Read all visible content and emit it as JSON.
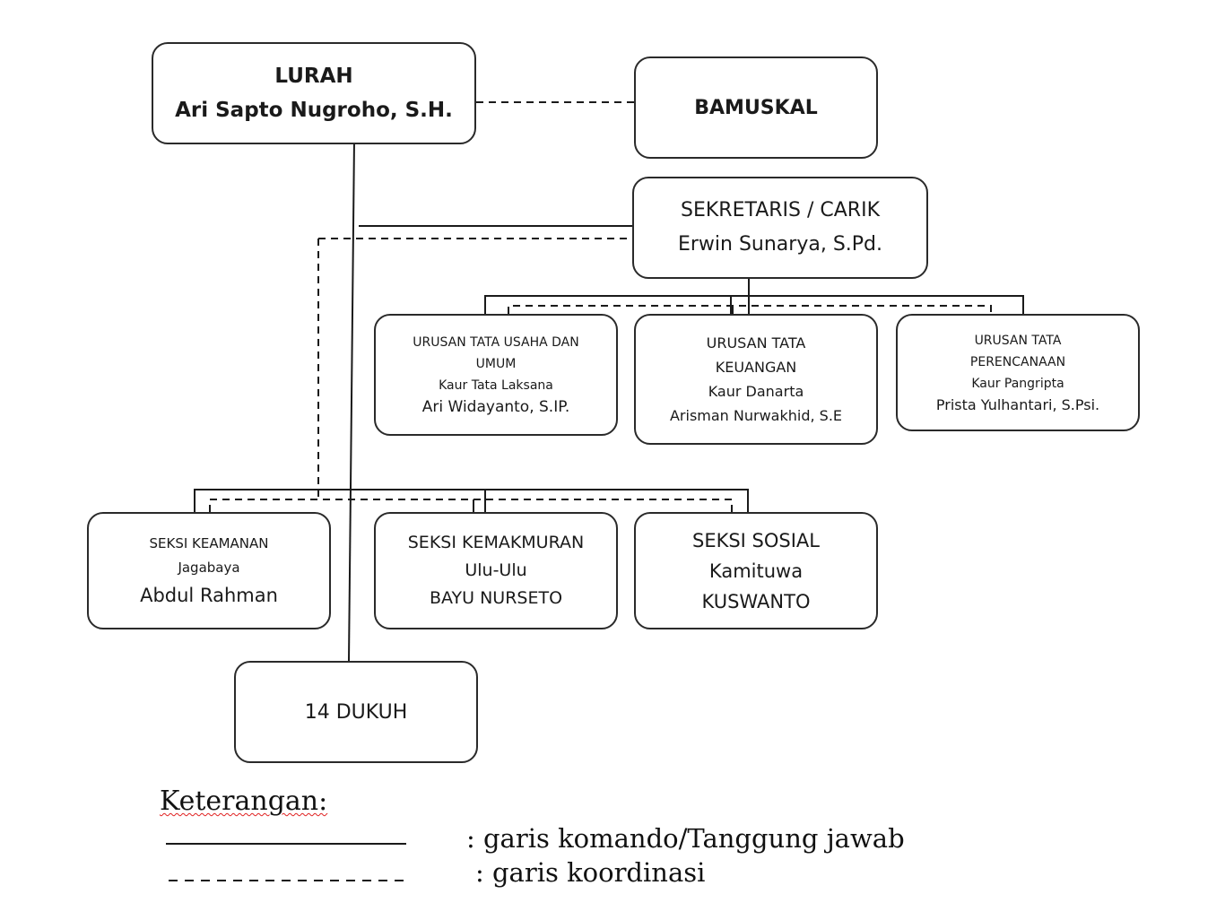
{
  "title": "Struktur Organisasi Pemerintah Kalurahan",
  "nodes": {
    "lurah": {
      "title": "LURAH",
      "name": "Ari Sapto Nugroho, S.H."
    },
    "bamuskal": {
      "title": "BAMUSKAL"
    },
    "sekretaris": {
      "title": "SEKRETARIS / CARIK",
      "name": "Erwin Sunarya, S.Pd."
    },
    "urusan": [
      {
        "line1": "URUSAN TATA USAHA DAN",
        "line2": "UMUM",
        "role": "Kaur Tata Laksana",
        "name": "Ari Widayanto, S.IP."
      },
      {
        "line1": "URUSAN TATA",
        "line2": "KEUANGAN",
        "role": "Kaur Danarta",
        "name": "Arisman Nurwakhid, S.E"
      },
      {
        "line1": "URUSAN TATA",
        "line2": "PERENCANAAN",
        "role": "Kaur Pangripta",
        "name": "Prista Yulhantari, S.Psi."
      }
    ],
    "seksi": [
      {
        "title": "SEKSI KEAMANAN",
        "role": "Jagabaya",
        "name": "Abdul Rahman"
      },
      {
        "title": "SEKSI KEMAKMURAN",
        "role": "Ulu-Ulu",
        "name": "BAYU NURSETO"
      },
      {
        "title": "SEKSI SOSIAL",
        "role": "Kamituwa",
        "name": "KUSWANTO"
      }
    ],
    "dukuh": {
      "title": "14 DUKUH"
    }
  },
  "legend": {
    "title": "Keterangan:",
    "items": [
      {
        "style": "solid",
        "label": ": garis komando/Tanggung jawab"
      },
      {
        "style": "dashed",
        "label": ": garis koordinasi"
      }
    ]
  },
  "colors": {
    "line": "#1a1a1a",
    "border": "#2a2a2a",
    "spellcheck": "#e02020",
    "grammar": "#3050d0"
  }
}
